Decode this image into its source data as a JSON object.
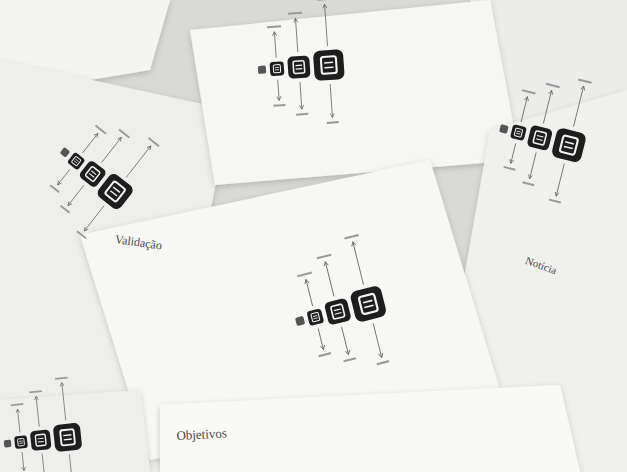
{
  "diagram": {
    "labels": [
      "Validação",
      "Notícia",
      "Objetivos"
    ]
  }
}
